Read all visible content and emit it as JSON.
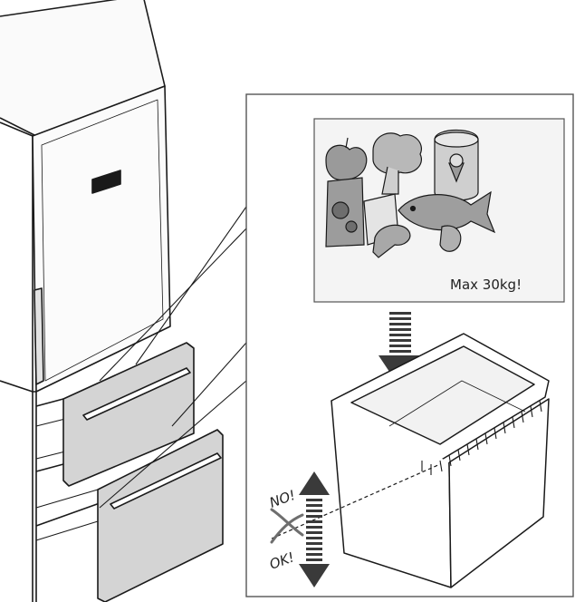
{
  "labels": {
    "max_load": "Max 30kg!",
    "no": "NO!",
    "ok": "OK!"
  },
  "colors": {
    "line": "#1a1a1a",
    "drawer_face": "#d4d4d4",
    "panel_border": "#555555",
    "food_image_bg": "#f4f4f4"
  },
  "icons": {
    "load_arrow": "down-arrow-icon",
    "fill_arrow": "up-down-arrow-icon",
    "not_allowed": "cross-icon"
  }
}
